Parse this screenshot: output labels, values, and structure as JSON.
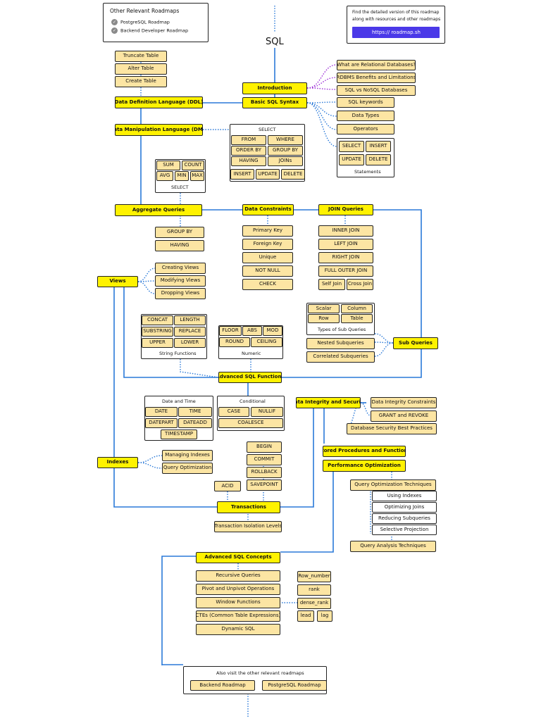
{
  "diagram": {
    "title": "SQL",
    "top_left": {
      "heading": "Other Relevant Roadmaps",
      "items": [
        "PostgreSQL Roadmap",
        "Backend Developer Roadmap"
      ]
    },
    "top_right": {
      "line1": "Find the detailed version of this roadmap",
      "line2": "along with resources and other roadmaps",
      "link": "https:// roadmap.sh"
    },
    "ddl": {
      "subs": [
        "Truncate Table",
        "Alter Table",
        "Create Table"
      ],
      "label": "Data Definition Language (DDL)"
    },
    "introduction": "Introduction",
    "intro_subs": [
      "What are Relational Databases?",
      "RDBMS Benefits and Limitations",
      "SQL vs NoSQL Databases"
    ],
    "basic_syntax": "Basic SQL Syntax",
    "syntax_subs": [
      "SQL keywords",
      "Data Types",
      "Operators"
    ],
    "statements": {
      "items": [
        "SELECT",
        "INSERT",
        "UPDATE",
        "DELETE"
      ],
      "label": "Statements"
    },
    "dml": {
      "label": "Data Manipulation Language (DML)",
      "select_title": "SELECT",
      "clauses": [
        "FROM",
        "WHERE",
        "ORDER BY",
        "GROUP BY",
        "HAVING",
        "JOINs"
      ],
      "ops": [
        "INSERT",
        "UPDATE",
        "DELETE"
      ]
    },
    "aggregate_box": {
      "items": [
        "SUM",
        "COUNT",
        "AVG",
        "MIN",
        "MAX"
      ],
      "label": "SELECT"
    },
    "aggregate": {
      "label": "Aggregate Queries",
      "subs": [
        "GROUP BY",
        "HAVING"
      ]
    },
    "constraints": {
      "label": "Data Constraints",
      "subs": [
        "Primary Key",
        "Foreign Key",
        "Unique",
        "NOT NULL",
        "CHECK"
      ]
    },
    "joins": {
      "label": "JOIN Queries",
      "subs": [
        "INNER JOIN",
        "LEFT JOIN",
        "RIGHT JOIN",
        "FULL OUTER JOIN",
        "Self Join",
        "Cross Join"
      ]
    },
    "views": {
      "label": "Views",
      "subs": [
        "Creating Views",
        "Modifying Views",
        "Dropping Views"
      ]
    },
    "subquery_types": {
      "items": [
        "Scalar",
        "Column",
        "Row",
        "Table"
      ],
      "label": "Types of Sub Queries"
    },
    "subquery_more": [
      "Nested Subqueries",
      "Correlated Subqueries"
    ],
    "subqueries": "Sub Queries",
    "string_functions": {
      "items": [
        "CONCAT",
        "LENGTH",
        "SUBSTRING",
        "REPLACE",
        "UPPER",
        "LOWER"
      ],
      "label": "String Functions"
    },
    "numeric_functions": {
      "items": [
        "FLOOR",
        "ABS",
        "MOD",
        "ROUND",
        "CEILING"
      ],
      "label": "Numeric"
    },
    "advanced_functions": "Advanced SQL Functions",
    "date_time": {
      "title": "Date and Time",
      "items": [
        "DATE",
        "TIME",
        "DATEPART",
        "DATEADD",
        "TIMESTAMP"
      ]
    },
    "conditional": {
      "title": "Conditional",
      "items": [
        "CASE",
        "NULLIF",
        "COALESCE"
      ]
    },
    "integrity": {
      "label": "Data Integrity and Security",
      "subs": [
        "Data Integrity Constraints",
        "GRANT and REVOKE",
        "Database Security Best Practices"
      ]
    },
    "indexes": {
      "label": "Indexes",
      "subs": [
        "Managing Indexes",
        "Query Optimization"
      ]
    },
    "transactions": {
      "label": "Transactions",
      "ops": [
        "BEGIN",
        "COMMIT",
        "ROLLBACK",
        "SAVEPOINT"
      ],
      "acid": "ACID",
      "isolation": "Transaction Isolation Levels"
    },
    "stored_procedures": "Stored Procedures and Functions",
    "performance": "Performance Optimization",
    "query_opt": {
      "label": "Query Optimization Techniques",
      "items": [
        "Using Indexes",
        "Optimizing Joins",
        "Reducing Subqueries",
        "Selective Projection"
      ]
    },
    "query_analysis": "Query Analysis Techniques",
    "advanced_concepts": {
      "label": "Advanced SQL Concepts",
      "subs": [
        "Recursive Queries",
        "Pivot and Unpivot Operations",
        "Window Functions",
        "CTEs (Common Table Expressions)",
        "Dynamic SQL"
      ]
    },
    "window_funcs": [
      "Row_number",
      "rank",
      "dense_rank",
      "lead",
      "lag"
    ],
    "bottom": {
      "heading": "Also visit the other relevant roadmaps",
      "links": [
        "Backend Roadmap",
        "PostgreSQL Roadmap"
      ]
    },
    "colors": {
      "primary_node": "#fff200",
      "secondary_node": "#fce5a3",
      "edge": "#2a79d8",
      "dotted_edge": "#2a79d8",
      "intro_edge": "#9b2cd6",
      "button": "#4b39e8"
    }
  }
}
